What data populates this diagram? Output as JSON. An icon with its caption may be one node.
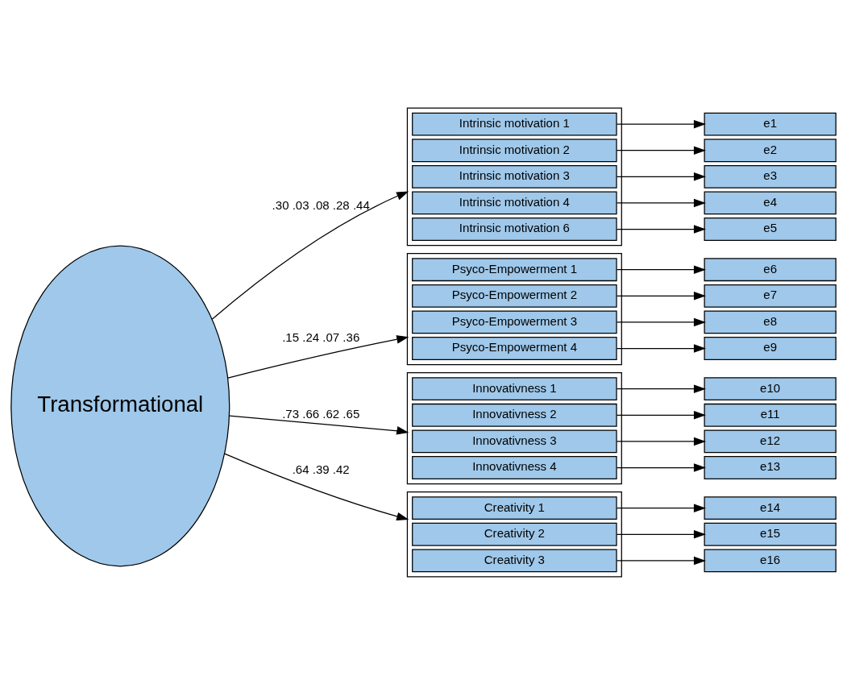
{
  "diagram": {
    "nodes": [
      {
        "text": [
          "Transformational"
        ]
      },
      {
        "text": [],
        "shape": "box"
      },
      {
        "text": [
          "Intrinsic motivation 1"
        ],
        "in": 1
      },
      {
        "text": [
          "Intrinsic motivation 2"
        ],
        "in": 1
      },
      {
        "text": [
          "Intrinsic motivation 3"
        ],
        "in": 1
      },
      {
        "text": [
          "Intrinsic motivation 4"
        ],
        "in": 1
      },
      {
        "text": [
          "Intrinsic motivation 6"
        ],
        "in": 1
      },
      {
        "text": [],
        "shape": "box"
      },
      {
        "text": [
          "Psyco-Empowerment 1"
        ],
        "in": 7
      },
      {
        "text": [
          "Psyco-Empowerment 2"
        ],
        "in": 7
      },
      {
        "text": [
          "Psyco-Empowerment 3"
        ],
        "in": 7
      },
      {
        "text": [
          "Psyco-Empowerment 4"
        ],
        "in": 7
      },
      {
        "text": [],
        "shape": "box"
      },
      {
        "text": [
          "Innovativness 1"
        ],
        "in": 12
      },
      {
        "text": [
          "Innovativness 2"
        ],
        "in": 12
      },
      {
        "text": [
          "Innovativness 3"
        ],
        "in": 12
      },
      {
        "text": [
          "Innovativness 4"
        ],
        "in": 12
      },
      {
        "text": [],
        "shape": "box"
      },
      {
        "text": [
          "Creativity 1"
        ],
        "in": 17
      },
      {
        "text": [
          "Creativity 2"
        ],
        "in": 17
      },
      {
        "text": [
          "Creativity 3"
        ],
        "in": 17
      },
      {
        "text": [
          "e1"
        ]
      },
      {
        "text": [
          "e2"
        ]
      },
      {
        "text": [
          "e3"
        ]
      },
      {
        "text": [
          "e4"
        ]
      },
      {
        "text": [
          "e5"
        ]
      },
      {
        "text": [
          "e6"
        ]
      },
      {
        "text": [
          "e7"
        ]
      },
      {
        "text": [
          "e8"
        ]
      },
      {
        "text": [
          "e9"
        ]
      },
      {
        "text": [
          "e10"
        ]
      },
      {
        "text": [
          "e11"
        ]
      },
      {
        "text": [
          "e12"
        ]
      },
      {
        "text": [
          "e13"
        ]
      },
      {
        "text": [
          "e14"
        ]
      },
      {
        "text": [
          "e15"
        ]
      },
      {
        "text": [
          "e16"
        ]
      }
    ],
    "edges": [
      {
        "from": 0,
        "to": 1,
        "arrow": "to",
        "label": ".30 .03 .08 .28 .44"
      },
      {
        "from": 0,
        "to": 7,
        "arrow": "to",
        "label": ".15 .24 .07 .36"
      },
      {
        "from": 0,
        "to": 12,
        "arrow": "to",
        "label": ".73 .66 .62 .65"
      },
      {
        "from": 0,
        "to": 17,
        "arrow": "to",
        "label": ".64 .39 .42"
      },
      {
        "from": 2,
        "to": 21,
        "arrow": "to"
      },
      {
        "from": 3,
        "to": 22,
        "arrow": "to"
      },
      {
        "from": 4,
        "to": 23,
        "arrow": "to"
      },
      {
        "from": 5,
        "to": 24,
        "arrow": "to"
      },
      {
        "from": 6,
        "to": 25,
        "arrow": "to"
      },
      {
        "from": 8,
        "to": 26,
        "arrow": "to"
      },
      {
        "from": 9,
        "to": 27,
        "arrow": "to"
      },
      {
        "from": 10,
        "to": 28,
        "arrow": "to"
      },
      {
        "from": 11,
        "to": 29,
        "arrow": "to"
      },
      {
        "from": 13,
        "to": 30,
        "arrow": "to"
      },
      {
        "from": 14,
        "to": 31,
        "arrow": "to"
      },
      {
        "from": 15,
        "to": 32,
        "arrow": "to"
      },
      {
        "from": 16,
        "to": 33,
        "arrow": "to"
      },
      {
        "from": 18,
        "to": 34,
        "arrow": "to"
      },
      {
        "from": 19,
        "to": 35,
        "arrow": "to"
      },
      {
        "from": 20,
        "to": 36,
        "arrow": "to"
      }
    ]
  }
}
